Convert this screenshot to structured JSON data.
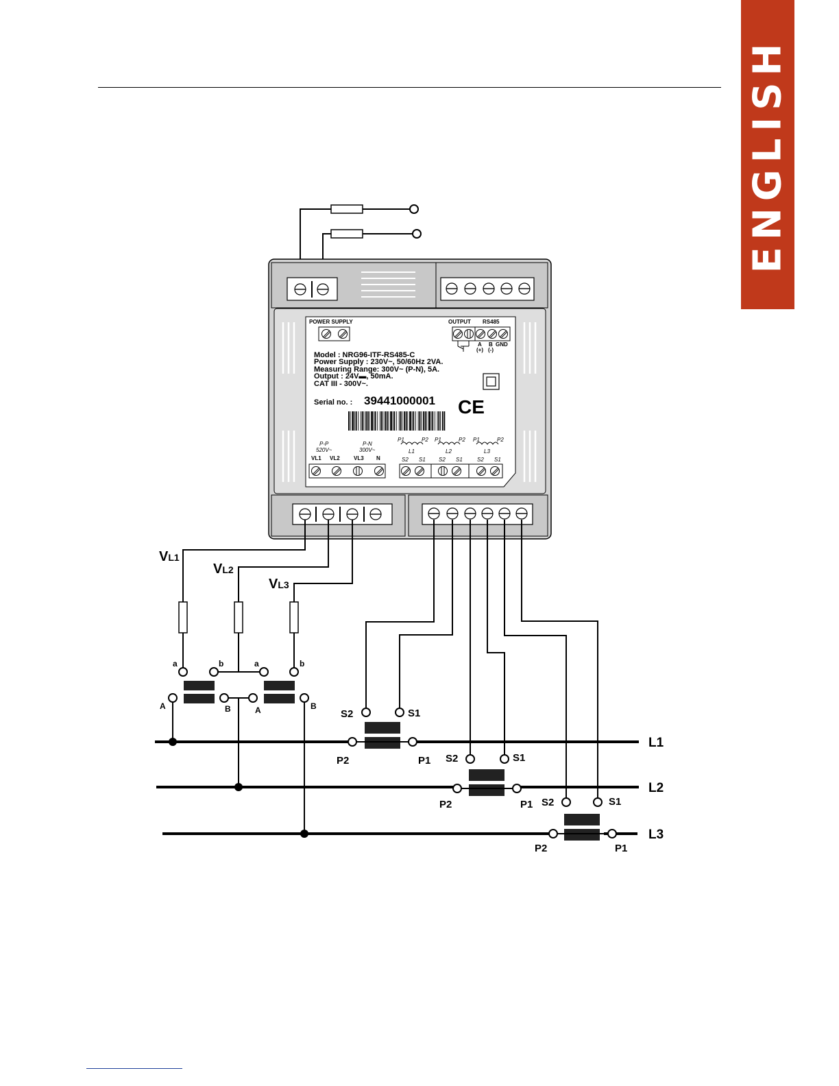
{
  "side_tab": {
    "text": "ENGLISH",
    "color": "#c0391b"
  },
  "label_panel": {
    "power_supply_header": "POWER SUPPLY",
    "output_header": "OUTPUT",
    "rs485_header": "RS485",
    "rs485_terminals": [
      "A",
      "B",
      "GND"
    ],
    "rs485_polarity": [
      "(+)",
      "(-)"
    ],
    "model_line": "Model : NRG96-ITF-RS485-C",
    "power_supply_line": "Power Supply : 230V~, 50/60Hz 2VA.",
    "measuring_range_line": "Measuring Range: 300V~ (P-N), 5A.",
    "output_line": "Output : 24V▬, 50mA.",
    "category_line": "CAT III - 300V~.",
    "serial_label": "Serial no. :",
    "serial_value": "39441000001",
    "ce_mark": "CE",
    "voltage_pp": "P-P",
    "voltage_pp_value": "520V~",
    "voltage_pn": "P-N",
    "voltage_pn_value": "300V~",
    "voltage_terminals": [
      "VL1",
      "VL2",
      "VL3",
      "N"
    ],
    "ct_groups": [
      {
        "name": "L1",
        "p1": "P1",
        "p2": "P2",
        "s2": "S2",
        "s1": "S1"
      },
      {
        "name": "L2",
        "p1": "P1",
        "p2": "P2",
        "s2": "S2",
        "s1": "S1"
      },
      {
        "name": "L3",
        "p1": "P1",
        "p2": "P2",
        "s2": "S2",
        "s1": "S1"
      }
    ]
  },
  "voltage_labels": [
    {
      "main": "V",
      "sub": "L1"
    },
    {
      "main": "V",
      "sub": "L2"
    },
    {
      "main": "V",
      "sub": "L3"
    }
  ],
  "vt_labels": {
    "a": "a",
    "b": "b",
    "A": "A",
    "B": "B"
  },
  "ct_labels": {
    "S1": "S1",
    "S2": "S2",
    "P1": "P1",
    "P2": "P2"
  },
  "line_labels": [
    "L1",
    "L2",
    "L3"
  ]
}
